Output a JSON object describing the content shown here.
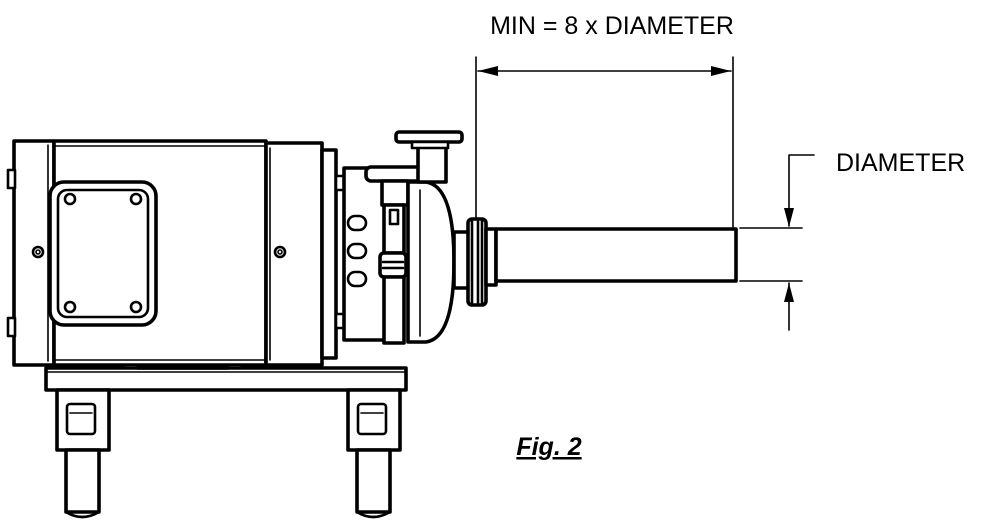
{
  "figure": {
    "caption": "Fig. 2"
  },
  "dimensions": {
    "min_length_label": "MIN = 8 x DIAMETER",
    "diameter_label": "DIAMETER"
  },
  "icons": {
    "pump": "pump-motor-drawing",
    "arrow": "dimension-arrowhead"
  }
}
